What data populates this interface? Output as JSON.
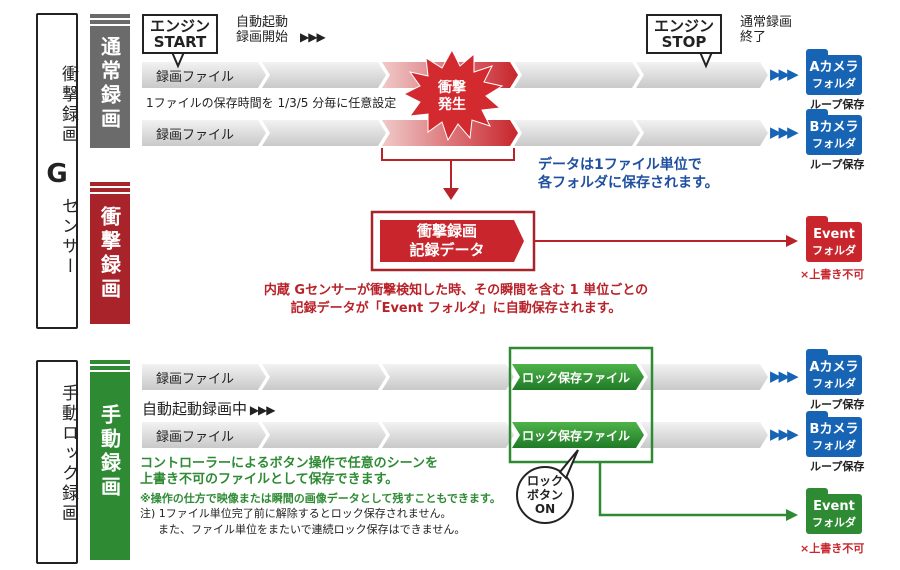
{
  "side_titles": {
    "gsensor_top": "衝撃録画",
    "gsensor_G": "G",
    "gsensor_bottom": "センサー",
    "manual": "手動ロック録画"
  },
  "bands": {
    "normal": "通常録画",
    "impact": "衝撃録画",
    "manual": "手動録画"
  },
  "top": {
    "engine_start": "エンジン\nSTART",
    "auto_start": "自動起動\n録画開始",
    "engine_stop": "エンジン\nSTOP",
    "normal_end": "通常録画\n終了",
    "rec_file_1": "録画ファイル",
    "rec_file_2": "録画ファイル",
    "save_time_note": "1ファイルの保存時間を 1/3/5 分毎に任意設定",
    "impact_burst": "衝撃\n発生",
    "data_note": "データは1ファイル単位で\n各フォルダに保存されます。",
    "impact_data": "衝撃録画\n記録データ",
    "gsensor_note_1": "内蔵 Gセンサーが衝撃検知した時、その瞬間を含む 1 単位ごとの",
    "gsensor_note_2": "記録データが「Event フォルダ」に自動保存されます。"
  },
  "folders": {
    "a_camera": "Aカメラ",
    "b_camera": "Bカメラ",
    "event": "Event",
    "folder_word": "フォルダ",
    "loop_save": "ループ保存",
    "no_overwrite": "×上書き不可"
  },
  "bottom": {
    "rec_file_1": "録画ファイル",
    "rec_file_2": "録画ファイル",
    "auto_rec": "自動起動録画中",
    "lock_file_1": "ロック保存ファイル",
    "lock_file_2": "ロック保存ファイル",
    "lock_button": "ロック\nボタン\nON",
    "controller_note_1": "コントローラーによるボタン操作で任意のシーンを",
    "controller_note_2": "上書き不可のファイルとして保存できます。",
    "op_note": "※操作の仕方で映像または瞬間の画像データとして残すこともできます。",
    "note_1": "注) 1ファイル単位完了前に解除するとロック保存されません。",
    "note_2": "また、ファイル単位をまたいで連続ロック保存はできません。"
  },
  "colors": {
    "gray_band": "#6b6b6b",
    "red": "#c8252c",
    "green": "#2e8b34",
    "blue": "#1764b5"
  }
}
